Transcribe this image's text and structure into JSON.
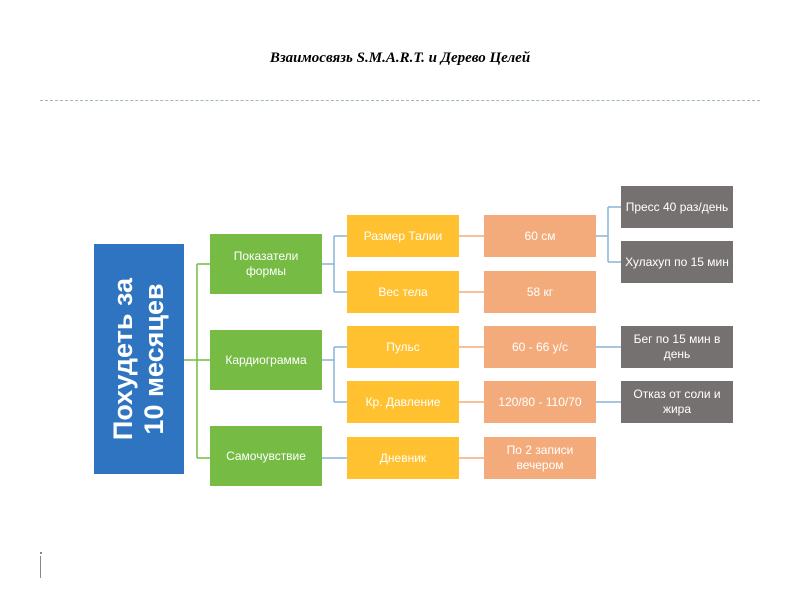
{
  "title": "Взаимосвязь S.M.A.R.T. и Дерево Целей",
  "colors": {
    "root": "#2e74c0",
    "level1": "#76bb43",
    "level2": "#ffc12f",
    "level3": "#f4ab7b",
    "level4": "#767171",
    "connector_green": "#76bb43",
    "connector_blue": "#8ab4d8",
    "connector_orange": "#f4ab7b"
  },
  "tree": {
    "root": "Похудеть за\n10 месяцев",
    "level1": [
      "Показатели формы",
      "Кардиограмма",
      "Самочувствие"
    ],
    "level2": [
      "Размер Талии",
      "Вес тела",
      "Пульс",
      "Кр. Давление",
      "Дневник"
    ],
    "level3": [
      "60 см",
      "58 кг",
      "60 - 66 у/с",
      "120/80 - 110/70",
      "По 2 записи вечером"
    ],
    "level4": [
      "Пресс 40 раз/день",
      "Хулахуп по 15 мин",
      "Бег по 15 мин в день",
      "Отказ от соли и жира"
    ]
  }
}
